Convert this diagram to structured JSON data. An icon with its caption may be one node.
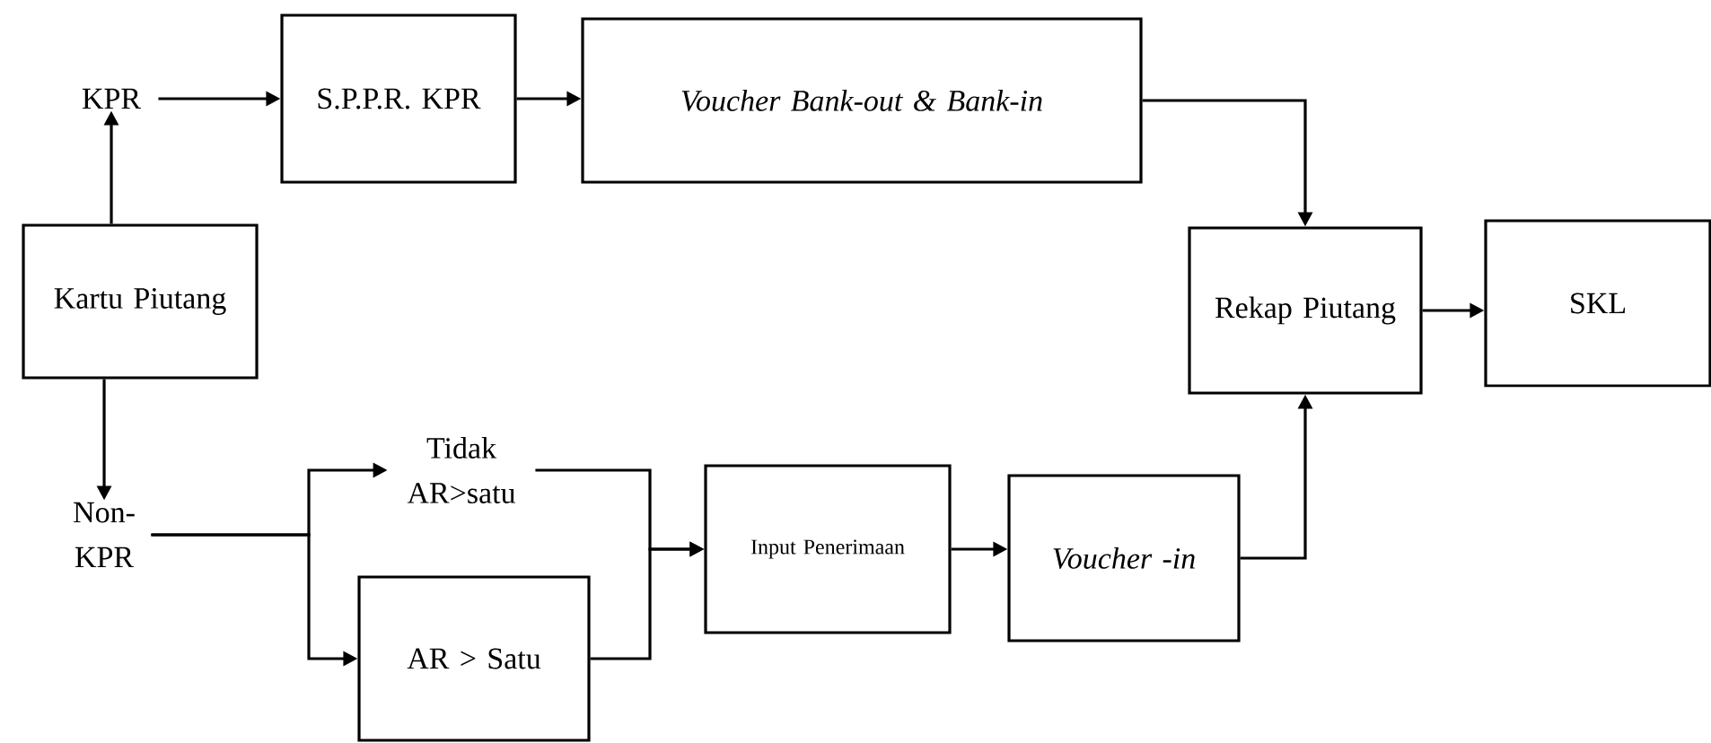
{
  "diagram": {
    "nodes": [
      {
        "text": [
          "KPR"
        ]
      },
      {
        "text": [
          "S.P.P.R. KPR"
        ]
      },
      {
        "text": [
          "Voucher Bank-out & Bank-in"
        ]
      },
      {
        "text": [
          "Kartu Piutang"
        ]
      },
      {
        "text": [
          "Non-KPR"
        ]
      },
      {
        "text": [
          "Tidak AR>satu"
        ]
      },
      {
        "text": [
          "AR > Satu"
        ]
      },
      {
        "text": [
          "Input Penerimaan"
        ]
      },
      {
        "text": [
          "Voucher -in"
        ]
      },
      {
        "text": [
          "Rekap Piutang"
        ]
      },
      {
        "text": [
          "SKL"
        ]
      }
    ],
    "edges": [
      {
        "from": 3,
        "to": 0,
        "arrow": "to"
      },
      {
        "from": 0,
        "to": 1,
        "arrow": "to"
      },
      {
        "from": 1,
        "to": 2,
        "arrow": "to"
      },
      {
        "from": 2,
        "to": 9,
        "arrow": "to"
      },
      {
        "from": 3,
        "to": 4,
        "arrow": "to"
      },
      {
        "from": 4,
        "to": 5,
        "arrow": "to"
      },
      {
        "from": 4,
        "to": 6,
        "arrow": "to"
      },
      {
        "from": 5,
        "to": 7,
        "arrow": "to"
      },
      {
        "from": 6,
        "to": 7,
        "arrow": "to"
      },
      {
        "from": 7,
        "to": 8,
        "arrow": "to"
      },
      {
        "from": 8,
        "to": 9,
        "arrow": "to"
      },
      {
        "from": 9,
        "to": 10,
        "arrow": "to"
      }
    ]
  }
}
